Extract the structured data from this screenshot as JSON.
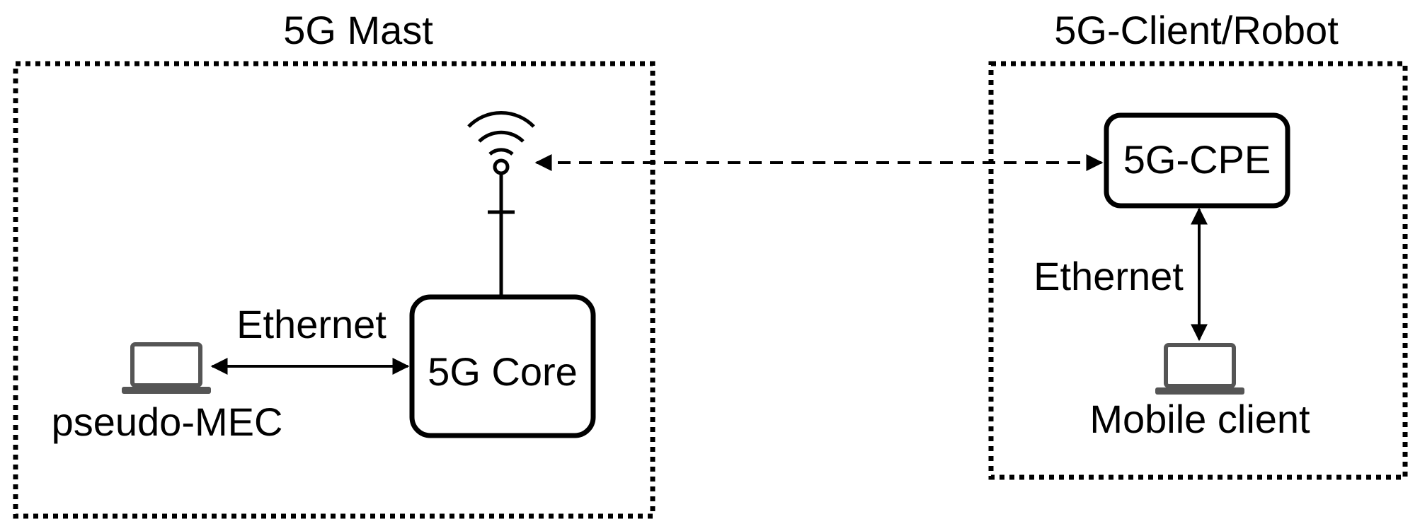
{
  "groups": {
    "mast": {
      "title": "5G Mast"
    },
    "client": {
      "title": "5G-Client/Robot"
    }
  },
  "nodes": {
    "core": {
      "label": "5G Core"
    },
    "cpe": {
      "label": "5G-CPE"
    },
    "mec": {
      "label": "pseudo-MEC",
      "icon": "laptop-icon"
    },
    "mobile": {
      "label": "Mobile client",
      "icon": "laptop-icon"
    },
    "antenna": {
      "icon": "antenna-icon"
    }
  },
  "edges": {
    "mec_core": {
      "label": "Ethernet",
      "style": "solid",
      "direction": "both"
    },
    "cpe_mobile": {
      "label": "Ethernet",
      "style": "solid",
      "direction": "both"
    },
    "antenna_cpe": {
      "label": "",
      "style": "dashed",
      "direction": "both"
    }
  },
  "colors": {
    "stroke": "#000000",
    "laptop": "#555555",
    "background": "#ffffff"
  }
}
